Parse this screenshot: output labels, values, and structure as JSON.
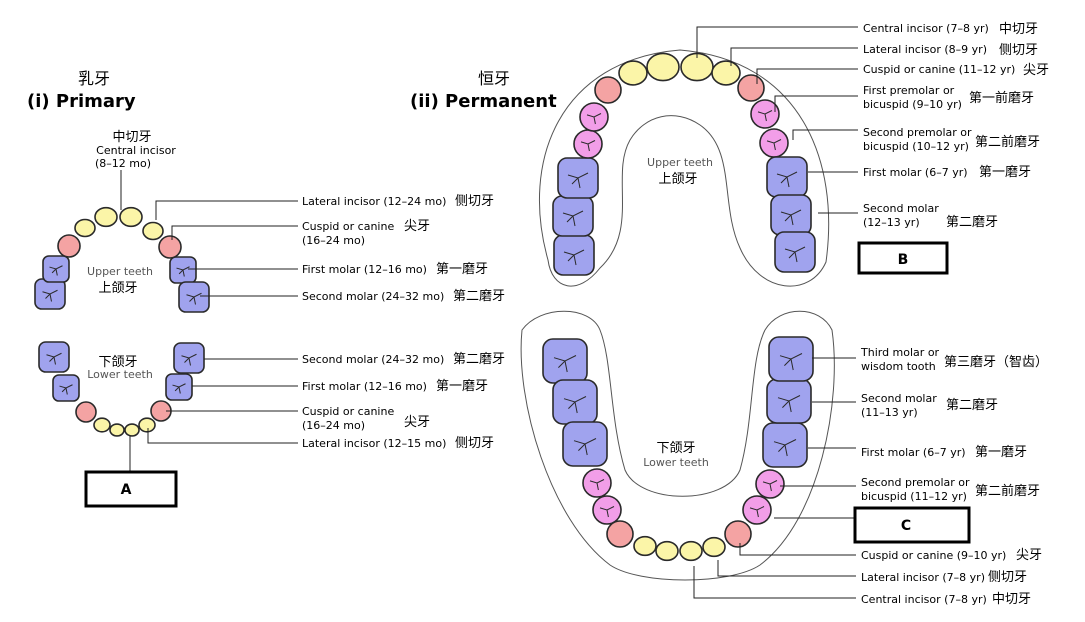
{
  "primary": {
    "title_zh": "乳牙",
    "title_en": "(i) Primary",
    "upper_label_en": "Upper teeth",
    "upper_label_zh": "上颌牙",
    "lower_label_zh": "下颌牙",
    "lower_label_en": "Lower teeth",
    "central": {
      "zh": "中切牙",
      "en": "Central incisor",
      "age": "(8–12 mo)"
    },
    "upper_labels": [
      {
        "en": "Lateral incisor (12–24 mo)",
        "zh": "侧切牙"
      },
      {
        "en": "Cuspid or canine",
        "en2": "(16–24 mo)",
        "zh": "尖牙"
      },
      {
        "en": "First molar (12–16 mo)",
        "zh": "第一磨牙"
      },
      {
        "en": "Second molar (24–32 mo)",
        "zh": "第二磨牙"
      }
    ],
    "lower_labels": [
      {
        "en": "Second molar (24–32 mo)",
        "zh": "第二磨牙"
      },
      {
        "en": "First molar (12–16 mo)",
        "zh": "第一磨牙"
      },
      {
        "en": "Cuspid or canine",
        "en2": "(16–24 mo)",
        "zh": "尖牙"
      },
      {
        "en": "Lateral incisor (12–15 mo)",
        "zh": "侧切牙"
      }
    ],
    "box_label": "A"
  },
  "permanent": {
    "title_zh": "恒牙",
    "title_en": "(ii) Permanent",
    "upper_label_en": "Upper teeth",
    "upper_label_zh": "上颌牙",
    "lower_label_zh": "下颌牙",
    "lower_label_en": "Lower teeth",
    "upper_labels": [
      {
        "en": "Central incisor (7–8 yr)",
        "zh": "中切牙"
      },
      {
        "en": "Lateral incisor (8–9 yr)",
        "zh": "侧切牙"
      },
      {
        "en": "Cuspid or canine (11–12 yr)",
        "zh": "尖牙"
      },
      {
        "en": "First premolar or",
        "en2": "bicuspid (9–10 yr)",
        "zh": "第一前磨牙"
      },
      {
        "en": "Second premolar or",
        "en2": "bicuspid (10–12 yr)",
        "zh": "第二前磨牙"
      },
      {
        "en": "First molar (6–7 yr)",
        "zh": "第一磨牙"
      },
      {
        "en": "Second molar",
        "en2": "(12–13 yr)",
        "zh": "第二磨牙"
      }
    ],
    "lower_labels": [
      {
        "en": "Third molar or",
        "en2": "wisdom tooth",
        "zh": "第三磨牙（智齿）"
      },
      {
        "en": "Second molar",
        "en2": "(11–13 yr)",
        "zh": "第二磨牙"
      },
      {
        "en": "First molar (6–7 yr)",
        "zh": "第一磨牙"
      },
      {
        "en": "Second premolar or",
        "en2": "bicuspid (11–12 yr)",
        "zh": "第二前磨牙"
      },
      {
        "en": "Cuspid or canine (9–10 yr)",
        "zh": "尖牙"
      },
      {
        "en": "Lateral incisor (7–8 yr)",
        "zh": "侧切牙"
      },
      {
        "en": "Central incisor (7–8 yr)",
        "zh": "中切牙"
      }
    ],
    "box_b": "B",
    "box_c": "C"
  },
  "colors": {
    "incisor": "#fbf5a8",
    "canine": "#f4a3a3",
    "premolar": "#f29ee8",
    "molar": "#a0a3ee",
    "outline": "#2a2a2a",
    "gum_line": "#444444",
    "leader": "#222222"
  }
}
